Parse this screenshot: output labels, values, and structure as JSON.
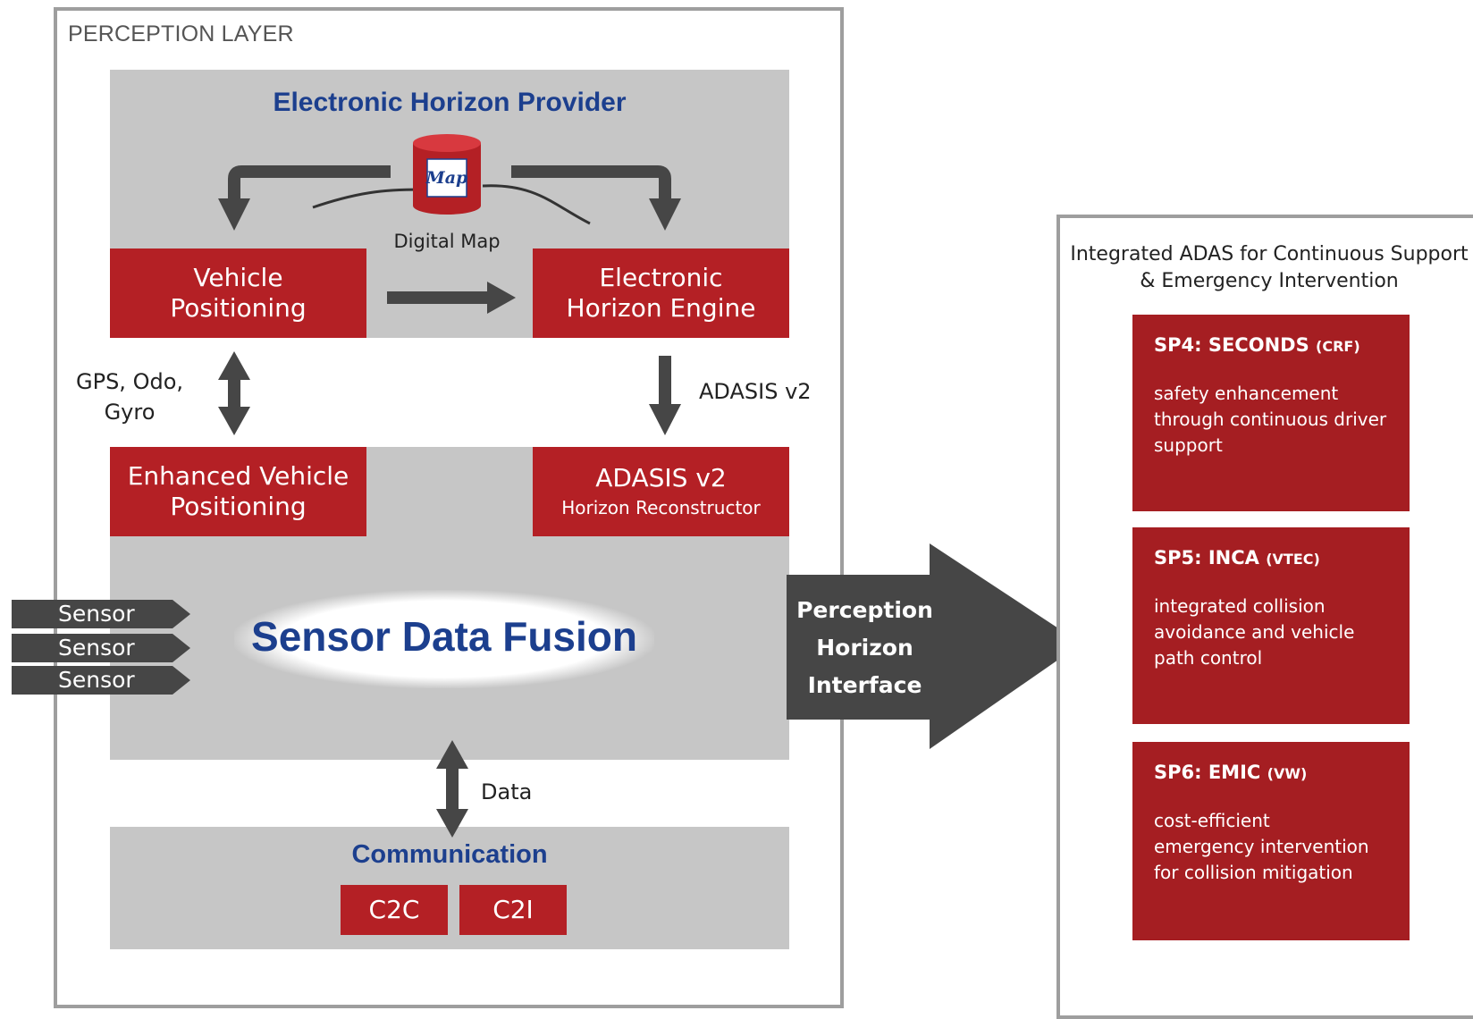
{
  "perception_layer": {
    "title": "PERCEPTION LAYER",
    "ehp_title": "Electronic Horizon Provider",
    "digital_map": {
      "icon_text": "Map",
      "label": "Digital Map"
    },
    "vehicle_positioning": [
      "Vehicle",
      "Positioning"
    ],
    "eh_engine": [
      "Electronic",
      "Horizon Engine"
    ],
    "gps_label": [
      "GPS, Odo,",
      "Gyro"
    ],
    "adasis_arrow_label": "ADASIS v2",
    "enhanced_positioning": [
      "Enhanced Vehicle",
      "Positioning"
    ],
    "adasis_box": {
      "title": "ADASIS v2",
      "subtitle": "Horizon Reconstructor"
    },
    "sensors": [
      "Sensor",
      "Sensor",
      "Sensor"
    ],
    "fusion_title": "Sensor Data Fusion",
    "data_label": "Data",
    "communication": {
      "title": "Communication",
      "c2c": "C2C",
      "c2i": "C2I"
    }
  },
  "interface": {
    "lines": [
      "Perception",
      "Horizon",
      "Interface"
    ]
  },
  "adas": {
    "title": [
      "Integrated ADAS for Continuous Support",
      "& Emergency Intervention"
    ],
    "subprojects": [
      {
        "name": "SP4: SECONDS",
        "partner": "(CRF)",
        "desc": [
          "safety enhancement",
          "through continuous driver",
          "support"
        ]
      },
      {
        "name": "SP5: INCA",
        "partner": "(VTEC)",
        "desc": [
          "integrated collision",
          "avoidance and vehicle",
          "path control"
        ]
      },
      {
        "name": "SP6: EMIC",
        "partner": "(VW)",
        "desc": [
          "cost-efficient",
          "emergency intervention",
          "for collision mitigation"
        ]
      }
    ]
  },
  "colors": {
    "red": "#b42025",
    "blue": "#1c3f8e",
    "grey_panel": "#c6c6c6",
    "arrow": "#464646"
  }
}
